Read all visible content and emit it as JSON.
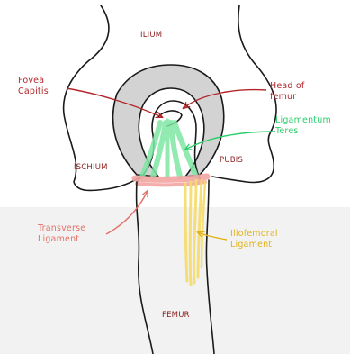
{
  "diagram": {
    "labels": {
      "ilium": "ILIUM",
      "ischium": "ISCHIUM",
      "pubis": "PUBIS",
      "femur": "FEMUR",
      "fovea_capitis": "Fovea\nCapitis",
      "head_of_femur": "Head of\nfemur",
      "ligamentum_teres": "Ligamentum\nTeres",
      "transverse_ligament": "Transverse\nLigament",
      "iliofemoral_ligament": "Iliofemoral\nLigament"
    },
    "colors": {
      "outline": "#1a1a1a",
      "cartilage": "#d3d3d3",
      "lower_background": "#f2f2f2",
      "bone_text": "#8b1c1c",
      "arrow_red": "#b3262b",
      "ligamentum_teres": "#7ee8a4",
      "transverse_ligament": "#f2a5a3",
      "iliofemoral_ligament": "#f6db6a"
    }
  }
}
